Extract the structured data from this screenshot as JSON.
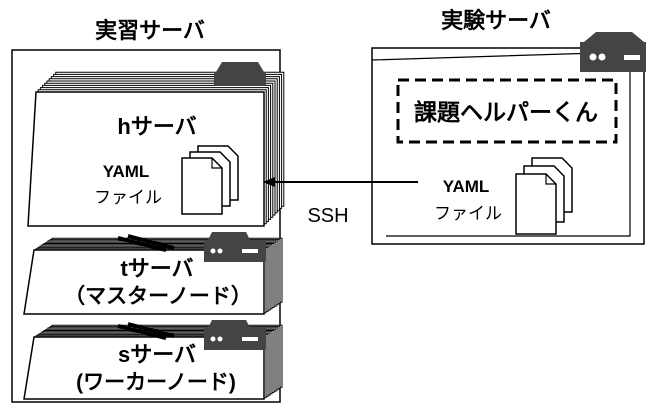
{
  "diagram": {
    "practice_server": {
      "title": "実習サーバ",
      "h_server": {
        "name": "hサーバ",
        "file_label_1": "YAML",
        "file_label_2": "ファイル"
      },
      "t_server": {
        "name": "tサーバ",
        "role": "（マスターノード）"
      },
      "s_server": {
        "name": "sサーバ",
        "role": "(ワーカーノード)"
      }
    },
    "experiment_server": {
      "title": "実験サーバ",
      "helper": "課題ヘルパーくん",
      "file_label_1": "YAML",
      "file_label_2": "ファイル"
    },
    "connection": {
      "label": "SSH"
    }
  },
  "colors": {
    "stroke": "#000000",
    "background": "#ffffff",
    "server_icon": "#444444"
  }
}
